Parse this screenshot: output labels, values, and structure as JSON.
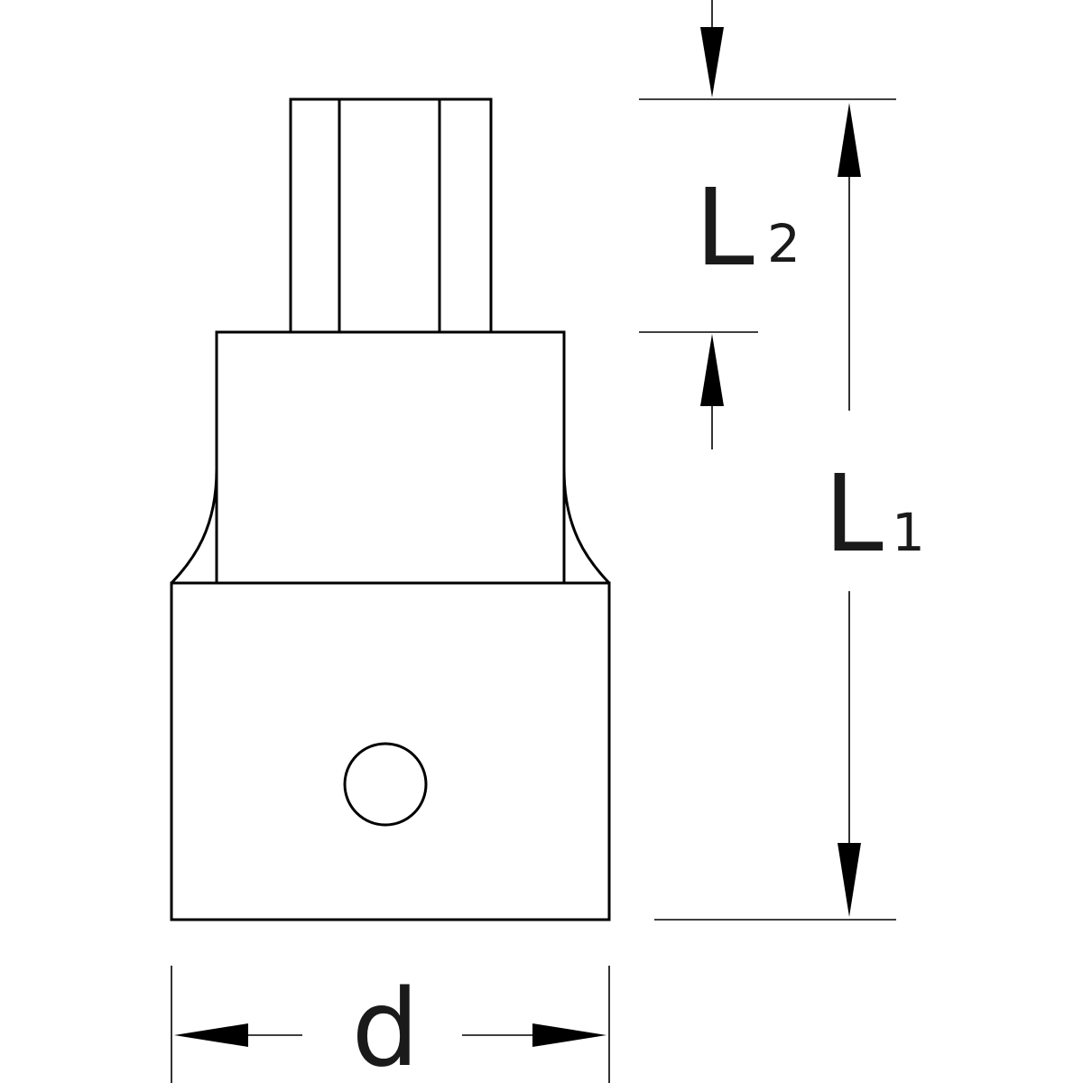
{
  "dimensions": {
    "L1": {
      "letter": "L",
      "subscript": "1"
    },
    "L2": {
      "letter": "L",
      "subscript": "2"
    },
    "d": {
      "letter": "d"
    }
  },
  "colors": {
    "line": "#000000",
    "background": "#ffffff"
  }
}
